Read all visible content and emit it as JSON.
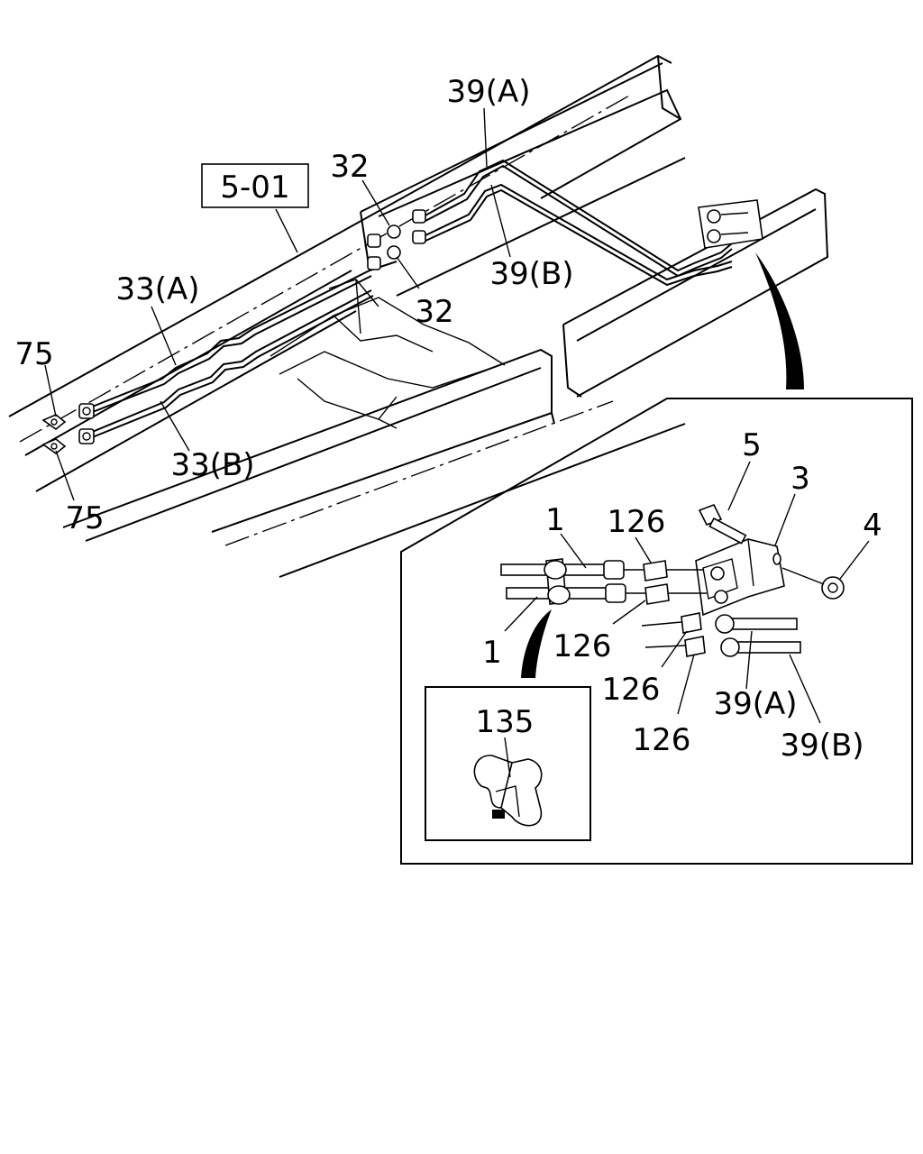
{
  "ref_box": "5-01",
  "labels": {
    "l39A_top": "39(A)",
    "l32_top": "32",
    "l39B_top": "39(B)",
    "l32_bot": "32",
    "l33A": "33(A)",
    "l75_top": "75",
    "l33B": "33(B)",
    "l75_bot": "75",
    "l5": "5",
    "l3": "3",
    "l4": "4",
    "l1_top": "1",
    "l126_a": "126",
    "l126_b": "126",
    "l1_bot": "1",
    "l126_c": "126",
    "l126_d": "126",
    "l39A_det": "39(A)",
    "l39B_det": "39(B)",
    "l135": "135"
  }
}
